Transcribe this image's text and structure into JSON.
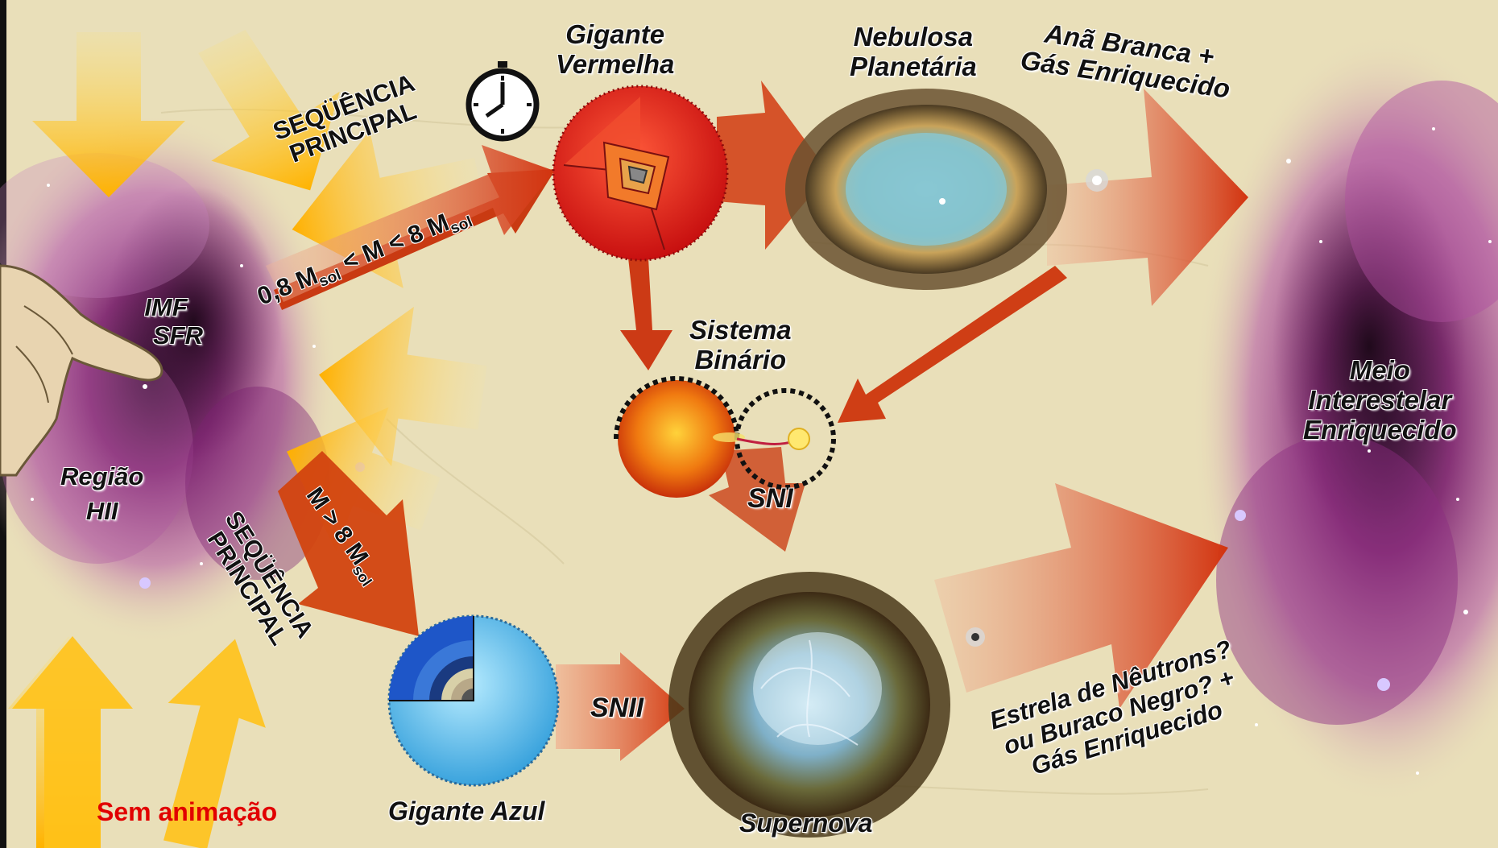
{
  "labels": {
    "gigante_vermelha": [
      "Gigante",
      "Vermelha"
    ],
    "nebulosa_planetaria": [
      "Nebulosa",
      "Planetária"
    ],
    "ana_branca": [
      "Anã Branca +",
      "Gás Enriquecido"
    ],
    "seq_principal_top": [
      "SEQÜÊNCIA",
      "PRINCIPAL"
    ],
    "mass_low": "0,8 M",
    "mass_low_sub1": "sol",
    "mass_low_mid": " < M < 8 M",
    "mass_low_sub2": "sol",
    "imf": "IMF",
    "sfr": "SFR",
    "sistema_binario": [
      "Sistema",
      "Binário"
    ],
    "regiao_hii": [
      "Região",
      "HII"
    ],
    "meio_interestelar": [
      "Meio",
      "Interestelar",
      "Enriquecido"
    ],
    "sni": "SNI",
    "mass_high": "M > 8 M",
    "mass_high_sub": "sol",
    "seq_principal_bottom": [
      "SEQÜÊNCIA",
      "PRINCIPAL"
    ],
    "snii": "SNII",
    "estrela_neutrons": [
      "Estrela de Nêutrons?",
      "ou Buraco Negro? +",
      "Gás Enriquecido"
    ],
    "gigante_azul": "Gigante Azul",
    "supernova": "Supernova",
    "sem_animacao": "Sem animação"
  },
  "icons": [
    "hand-icon",
    "clock-icon",
    "red-giant-icon",
    "planetary-nebula-icon",
    "binary-system-icon",
    "blue-giant-icon",
    "supernova-icon",
    "nebula-cloud-icon",
    "white-dwarf-icon",
    "neutron-star-icon"
  ],
  "colors": {
    "background": "#e9dfb9",
    "nebula": "#8a2a78",
    "flow_arrow": "#d8431a",
    "inflow_arrow": "#ffc21a",
    "red_giant": "#e8221a",
    "blue_giant": "#4ab0e8",
    "warning_text": "#e10000"
  }
}
